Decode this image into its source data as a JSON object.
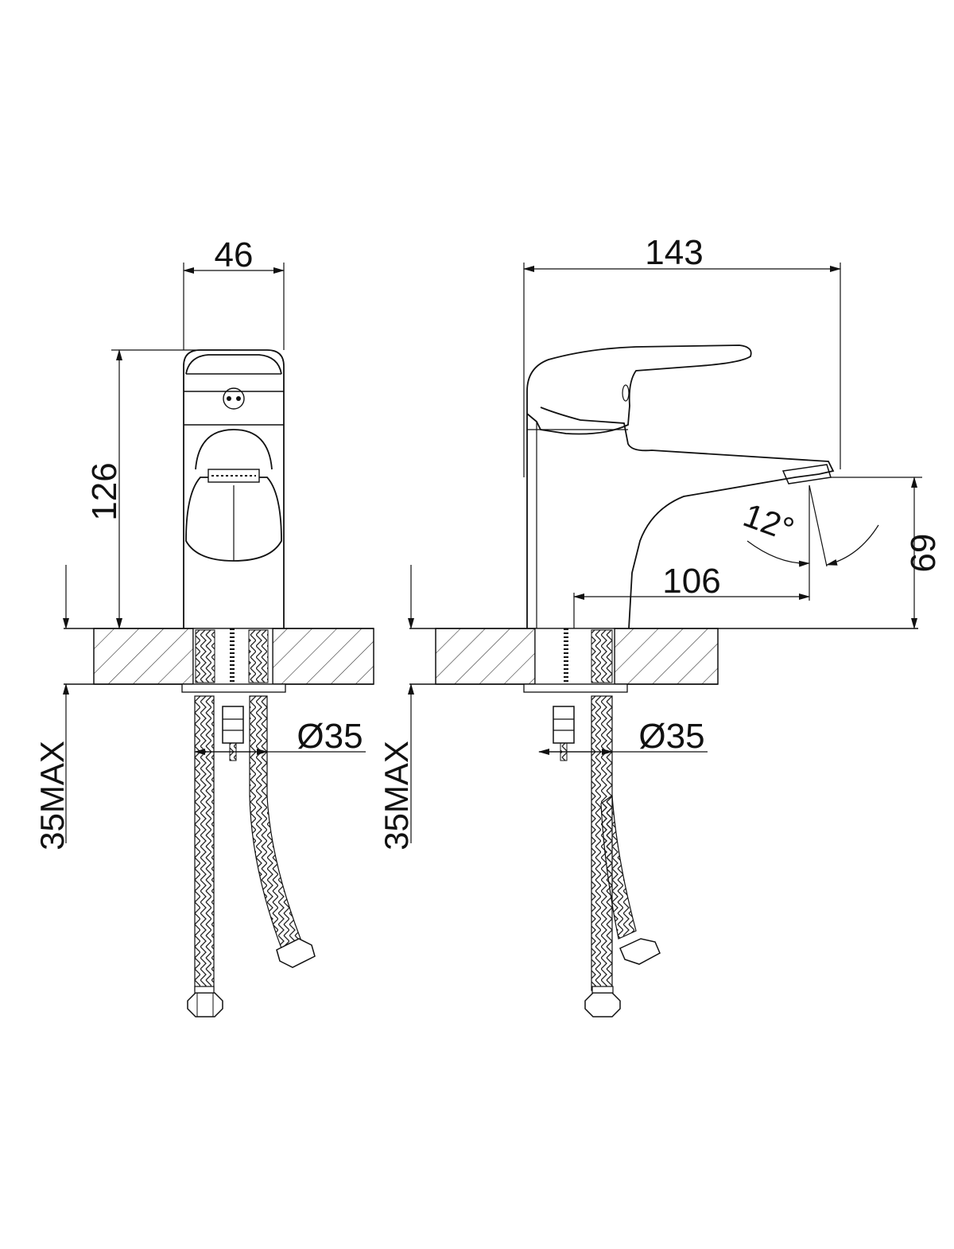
{
  "front_view": {
    "width_label": "46",
    "height_label": "126",
    "max_thickness_label": "35MAX",
    "hole_diameter_label": "Ø35"
  },
  "side_view": {
    "length_label": "143",
    "spout_reach_label": "106",
    "spout_height_label": "69",
    "angle_label": "12°",
    "max_thickness_label": "35MAX",
    "hole_diameter_label": "Ø35"
  }
}
